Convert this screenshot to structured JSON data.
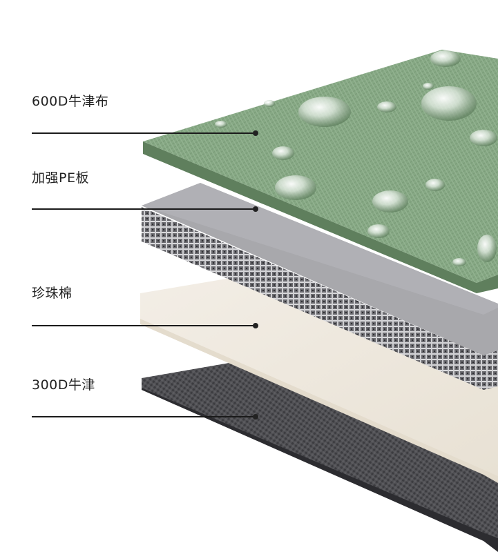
{
  "layers": [
    {
      "label": "600D牛津布",
      "color": "#86a884"
    },
    {
      "label": "加强PE板",
      "color": "#a9a9ad"
    },
    {
      "label": "珍珠棉",
      "color": "#f1ece2"
    },
    {
      "label": "300D牛津",
      "color": "#4e4e52"
    }
  ]
}
